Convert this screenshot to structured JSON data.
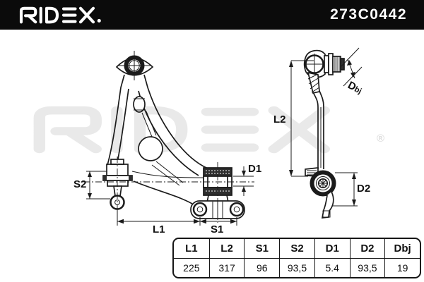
{
  "header": {
    "brand": "RIDEX",
    "part_number": "273C0442"
  },
  "watermark": {
    "brand": "RIDEX",
    "registered": "®"
  },
  "drawing": {
    "labels": {
      "s2": "S2",
      "l1": "L1",
      "s1": "S1",
      "d1": "D1",
      "l2": "L2",
      "d2": "D2",
      "dbj_main": "D",
      "dbj_sub": "bj"
    }
  },
  "table": {
    "headers": [
      "L1",
      "L2",
      "S1",
      "S2",
      "D1",
      "D2",
      "Dbj"
    ],
    "values": [
      "225",
      "317",
      "96",
      "93,5",
      "5.4",
      "93,5",
      "19"
    ]
  },
  "colors": {
    "header_bg": "#0b0b0b",
    "line": "#1b1b1b",
    "watermark": "#e9e9e9"
  }
}
